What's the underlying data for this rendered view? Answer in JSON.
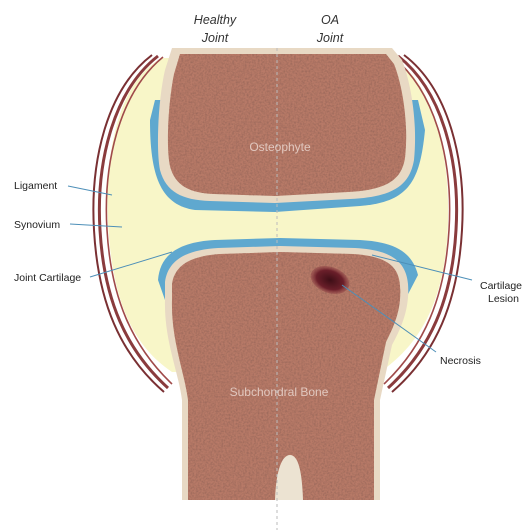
{
  "headers": {
    "healthy_line1": "Healthy",
    "healthy_line2": "Joint",
    "oa_line1": "OA",
    "oa_line2": "Joint"
  },
  "labels": {
    "ligament": "Ligament",
    "synovium": "Synovium",
    "joint_cartilage": "Joint Cartilage",
    "cartilage_lesion_line1": "Cartilage",
    "cartilage_lesion_line2": "Lesion",
    "necrosis": "Necrosis",
    "osteophyte": "Osteophyte",
    "subchondral_bone": "Subchondral Bone"
  },
  "colors": {
    "ligament": "#8a3b3d",
    "synovial_fluid": "#f8f6c8",
    "cartilage": "#5fa8cf",
    "bone": "#b87a68",
    "bone_outline": "#e8d9c4",
    "lesion": "#5a1a22",
    "leader": "#4d8fb8"
  }
}
